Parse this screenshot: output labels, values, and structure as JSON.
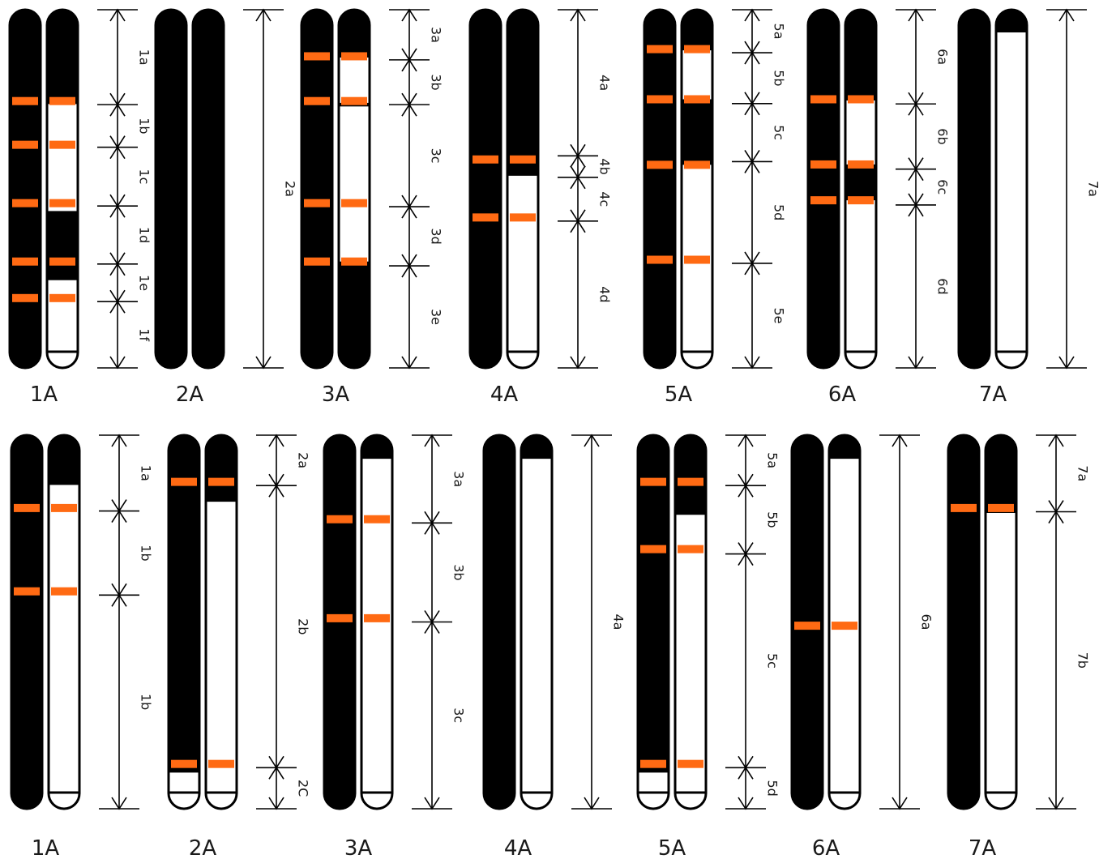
{
  "colors": {
    "chromatin": "#000000",
    "band": "#ff6a13",
    "background": "#ffffff",
    "line": "#000000"
  },
  "rows": [
    {
      "groups": [
        {
          "label": "1A",
          "left": {
            "white_from": null,
            "bands": [
              0.255,
              0.377,
              0.54,
              0.703,
              0.805
            ]
          },
          "right": {
            "white_from": 0.26,
            "black_spans": [
              [
                0.562,
                0.755
              ]
            ],
            "bands": [
              0.255,
              0.377,
              0.54,
              0.703,
              0.805
            ]
          },
          "segments": [
            {
              "label": "1a",
              "from": 0,
              "to": 0.265
            },
            {
              "label": "1b",
              "from": 0.265,
              "to": 0.384
            },
            {
              "label": "1c",
              "from": 0.384,
              "to": 0.548
            },
            {
              "label": "1d",
              "from": 0.548,
              "to": 0.71
            },
            {
              "label": "1e",
              "from": 0.71,
              "to": 0.815
            },
            {
              "label": "1f",
              "from": 0.815,
              "to": 1
            }
          ]
        },
        {
          "label": "2A",
          "left": {
            "white_from": null,
            "bands": []
          },
          "right": {
            "white_from": null,
            "bands": []
          },
          "segments": [
            {
              "label": "2a",
              "from": 0,
              "to": 1
            }
          ]
        },
        {
          "label": "3A",
          "left": {
            "white_from": null,
            "bands": [
              0.13,
              0.255,
              0.54,
              0.703
            ]
          },
          "right": {
            "white_from": 0.13,
            "black_spans": [
              [
                0.26,
                0.27
              ],
              [
                0.703,
                1.0
              ]
            ],
            "bands": [
              0.13,
              0.255,
              0.54,
              0.703
            ]
          },
          "segments": [
            {
              "label": "3a",
              "from": 0,
              "to": 0.14
            },
            {
              "label": "3b",
              "from": 0.14,
              "to": 0.265
            },
            {
              "label": "3c",
              "from": 0.265,
              "to": 0.55
            },
            {
              "label": "3d",
              "from": 0.55,
              "to": 0.715
            },
            {
              "label": "3e",
              "from": 0.715,
              "to": 1
            }
          ]
        },
        {
          "label": "4A",
          "left": {
            "white_from": null,
            "bands": [
              0.418,
              0.58
            ]
          },
          "right": {
            "white_from": 0.46,
            "bands": [
              0.418,
              0.58
            ]
          },
          "segments": [
            {
              "label": "4a",
              "from": 0,
              "to": 0.408
            },
            {
              "label": "4b",
              "from": 0.408,
              "to": 0.468
            },
            {
              "label": "4c",
              "from": 0.468,
              "to": 0.59
            },
            {
              "label": "4d",
              "from": 0.59,
              "to": 1
            }
          ]
        },
        {
          "label": "5A",
          "left": {
            "white_from": null,
            "bands": [
              0.11,
              0.25,
              0.433,
              0.698
            ]
          },
          "right": {
            "white_from": 0.11,
            "black_spans": [
              [
                0.25,
                0.433
              ]
            ],
            "bands": [
              0.11,
              0.25,
              0.433,
              0.698
            ]
          },
          "segments": [
            {
              "label": "5a",
              "from": 0,
              "to": 0.12
            },
            {
              "label": "5b",
              "from": 0.12,
              "to": 0.262
            },
            {
              "label": "5c",
              "from": 0.262,
              "to": 0.424
            },
            {
              "label": "5d",
              "from": 0.424,
              "to": 0.708
            },
            {
              "label": "5e",
              "from": 0.708,
              "to": 1
            }
          ]
        },
        {
          "label": "6A",
          "left": {
            "white_from": null,
            "bands": [
              0.25,
              0.432,
              0.532
            ]
          },
          "right": {
            "white_from": 0.25,
            "black_spans": [
              [
                0.432,
                0.532
              ]
            ],
            "bands": [
              0.25,
              0.432,
              0.532
            ]
          },
          "segments": [
            {
              "label": "6a",
              "from": 0,
              "to": 0.263
            },
            {
              "label": "6b",
              "from": 0.263,
              "to": 0.445
            },
            {
              "label": "6c",
              "from": 0.445,
              "to": 0.545
            },
            {
              "label": "6d",
              "from": 0.545,
              "to": 1
            }
          ]
        },
        {
          "label": "7A",
          "left": {
            "white_from": null,
            "bands": []
          },
          "right": {
            "white_from": 0.06,
            "bands": []
          },
          "segments": [
            {
              "label": "7a",
              "from": 0,
              "to": 1
            }
          ]
        }
      ]
    },
    {
      "groups": [
        {
          "label": "1A",
          "left": {
            "white_from": null,
            "bands": [
              0.195,
              0.418
            ]
          },
          "right": {
            "white_from": 0.13,
            "bands": [
              0.195,
              0.418
            ]
          },
          "segments": [
            {
              "label": "1a",
              "from": 0,
              "to": 0.203
            },
            {
              "label": "1b",
              "from": 0.203,
              "to": 0.428
            },
            {
              "label": "1b",
              "from": 0.428,
              "to": 1
            }
          ]
        },
        {
          "label": "2A",
          "left": {
            "white_from": 0.9,
            "bands": [
              0.125,
              0.88
            ]
          },
          "right": {
            "white_from": 0.175,
            "bands": [
              0.125,
              0.88
            ]
          },
          "segments": [
            {
              "label": "2a",
              "from": 0,
              "to": 0.135
            },
            {
              "label": "2b",
              "from": 0.135,
              "to": 0.89
            },
            {
              "label": "2C",
              "from": 0.89,
              "to": 1
            }
          ]
        },
        {
          "label": "3A",
          "left": {
            "white_from": null,
            "bands": [
              0.225,
              0.49
            ]
          },
          "right": {
            "white_from": 0.06,
            "bands": [
              0.225,
              0.49
            ]
          },
          "segments": [
            {
              "label": "3a",
              "from": 0,
              "to": 0.235
            },
            {
              "label": "3b",
              "from": 0.235,
              "to": 0.5
            },
            {
              "label": "3c",
              "from": 0.5,
              "to": 1
            }
          ]
        },
        {
          "label": "4A",
          "left": {
            "white_from": null,
            "bands": []
          },
          "right": {
            "white_from": 0.06,
            "bands": []
          },
          "segments": [
            {
              "label": "4a",
              "from": 0,
              "to": 1
            }
          ]
        },
        {
          "label": "5A",
          "left": {
            "white_from": 0.9,
            "bands": [
              0.125,
              0.305,
              0.88
            ]
          },
          "right": {
            "white_from": 0.21,
            "bands": [
              0.125,
              0.305,
              0.88
            ]
          },
          "segments": [
            {
              "label": "5a",
              "from": 0,
              "to": 0.135
            },
            {
              "label": "5b",
              "from": 0.135,
              "to": 0.318
            },
            {
              "label": "5c",
              "from": 0.318,
              "to": 0.89
            },
            {
              "label": "5d",
              "from": 0.89,
              "to": 1
            }
          ]
        },
        {
          "label": "6A",
          "left": {
            "white_from": null,
            "bands": [
              0.51
            ]
          },
          "right": {
            "white_from": 0.06,
            "bands": [
              0.51
            ]
          },
          "segments": [
            {
              "label": "6a",
              "from": 0,
              "to": 1
            }
          ]
        },
        {
          "label": "7A",
          "left": {
            "white_from": null,
            "bands": [
              0.195
            ]
          },
          "right": {
            "white_from": 0.205,
            "bands": [
              0.195
            ]
          },
          "segments": [
            {
              "label": "7a",
              "from": 0,
              "to": 0.205
            },
            {
              "label": "7b",
              "from": 0.205,
              "to": 1
            }
          ]
        }
      ]
    }
  ]
}
